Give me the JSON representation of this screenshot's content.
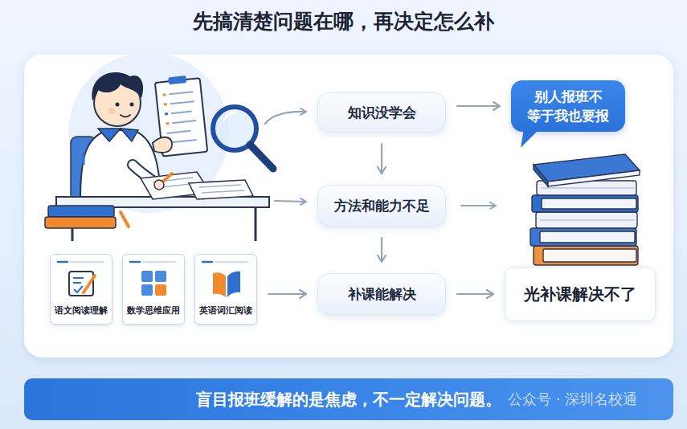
{
  "diagram": {
    "title": "先搞清楚问题在哪，再决定怎么补",
    "nodes": [
      {
        "text": [
          "知识没学会"
        ]
      },
      {
        "text": [
          "别人报班不 等于我也要报"
        ]
      },
      {
        "text": [
          "方法和能力不足"
        ]
      },
      {
        "text": [
          "语文阅读理解"
        ]
      },
      {
        "text": [
          "数学思维应用"
        ]
      },
      {
        "text": [
          "英语词汇阅读"
        ]
      },
      {
        "text": [
          "补课能解决"
        ]
      },
      {
        "text": [
          "光补课解决不了"
        ]
      },
      {
        "text": [
          "盲目报班缓解的是焦虑，不一定解决问题。"
        ]
      }
    ],
    "edges": [
      {
        "from": 0,
        "to": 1,
        "arrow": "to"
      },
      {
        "from": 0,
        "to": 2,
        "arrow": "to"
      },
      {
        "from": 2,
        "to": 6,
        "arrow": "to"
      },
      {
        "from": 5,
        "to": 6,
        "arrow": "to"
      },
      {
        "from": 6,
        "to": 7,
        "arrow": "to"
      }
    ],
    "labels": [
      "公众号 · 深圳名校通"
    ]
  }
}
